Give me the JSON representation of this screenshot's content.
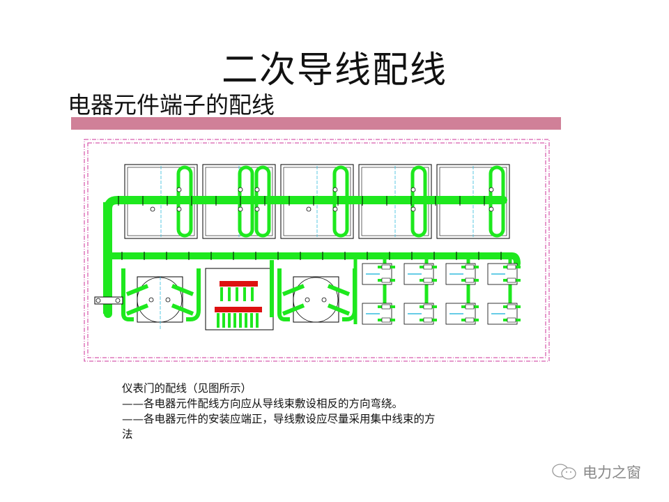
{
  "slide": {
    "title": "二次导线配线",
    "subtitle": "电器元件端子的配线",
    "accent_bar_color": "#d08098",
    "wire_color": "#1ee81e",
    "frame_color": "#cc3399"
  },
  "notes": {
    "heading": "仪表门的配线（见图所示）",
    "line1": "——各电器元件配线方向应从导线束敷设相反的方向弯绕。",
    "line2": "——各电器元件的安装应端正，导线敷设应尽量采用集中线束的方",
    "line3": "法"
  },
  "watermark": {
    "icon": "wechat-icon",
    "text": "电力之窗"
  }
}
